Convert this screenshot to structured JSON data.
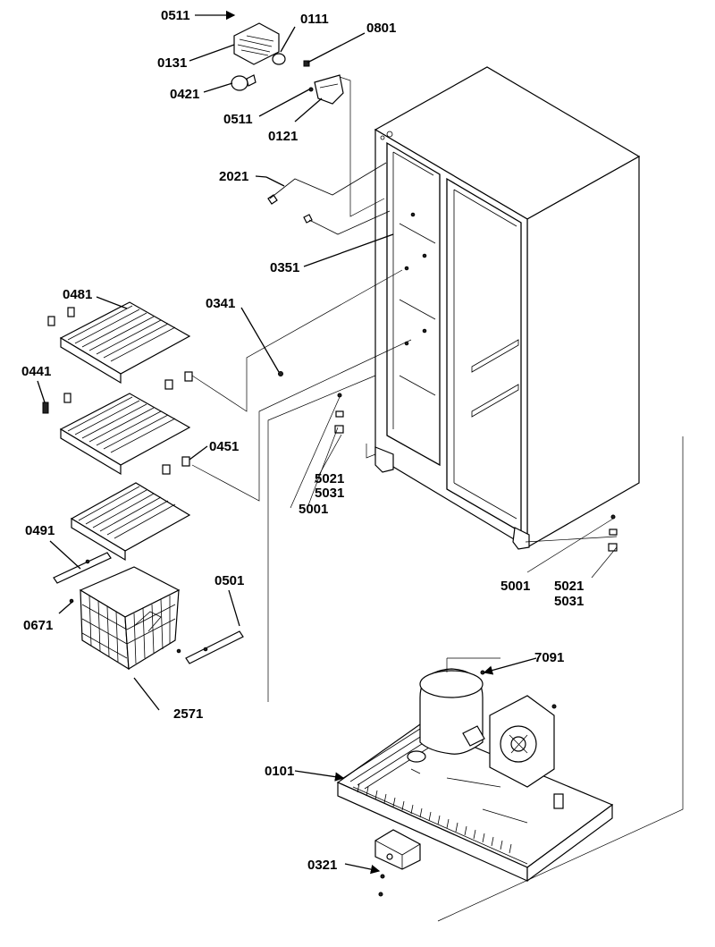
{
  "diagram": {
    "labels": {
      "l0511a": "0511",
      "l0111": "0111",
      "l0801": "0801",
      "l0131": "0131",
      "l0421": "0421",
      "l0511b": "0511",
      "l0121": "0121",
      "l2021": "2021",
      "l0351": "0351",
      "l0481": "0481",
      "l0341": "0341",
      "l0441": "0441",
      "l0451": "0451",
      "l5021a": "5021",
      "l5031a": "5031",
      "l5001a": "5001",
      "l0491": "0491",
      "l0501": "0501",
      "l0671": "0671",
      "l5001b": "5001",
      "l5021b": "5021",
      "l5031b": "5031",
      "l2571": "2571",
      "l7091": "7091",
      "l0101": "0101",
      "l0321": "0321"
    }
  }
}
